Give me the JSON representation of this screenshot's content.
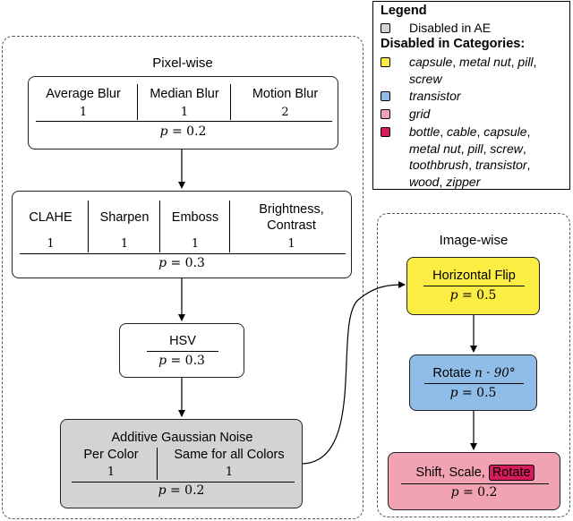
{
  "colors": {
    "disabled_ae": "#d3d3d3",
    "yellow": "#fbed43",
    "blue": "#90bde8",
    "pink": "#f2a3b3",
    "crimson": "#d81b5a"
  },
  "regions": {
    "pixel_wise": "Pixel-wise",
    "image_wise": "Image-wise"
  },
  "boxes": {
    "blur": {
      "cells": [
        "Average Blur",
        "Median Blur",
        "Motion Blur"
      ],
      "nums": [
        "1",
        "1",
        "2"
      ],
      "p": "0.2"
    },
    "enhance": {
      "cells": [
        "CLAHE",
        "Sharpen",
        "Emboss",
        "Brightness,",
        "Contrast"
      ],
      "nums": [
        "1",
        "1",
        "1",
        "1"
      ],
      "p": "0.3"
    },
    "hsv": {
      "label": "HSV",
      "p": "0.3"
    },
    "noise": {
      "title": "Additive Gaussian Noise",
      "cells": [
        "Per Color",
        "Same for all Colors"
      ],
      "nums": [
        "1",
        "1"
      ],
      "p": "0.2"
    },
    "hflip": {
      "label": "Horizontal Flip",
      "p": "0.5"
    },
    "rotate": {
      "label": "Rotate",
      "math": "n · 90°",
      "p": "0.5"
    },
    "ssr": {
      "label": "Shift, Scale,",
      "highlight": "Rotate",
      "p": "0.2"
    }
  },
  "p_symbol": "p",
  "p_eq": " = ",
  "legend": {
    "title": "Legend",
    "disabled_ae": "Disabled in AE",
    "categories_title": "Disabled in Categories:",
    "yellow_items": [
      "capsule",
      "metal nut",
      "pill",
      "screw"
    ],
    "blue_items": [
      "transistor"
    ],
    "pink_items": [
      "grid"
    ],
    "crimson_items": [
      "bottle",
      "cable",
      "capsule",
      "metal nut",
      "pill",
      "screw",
      "toothbrush",
      "transistor",
      "wood",
      "zipper"
    ]
  }
}
